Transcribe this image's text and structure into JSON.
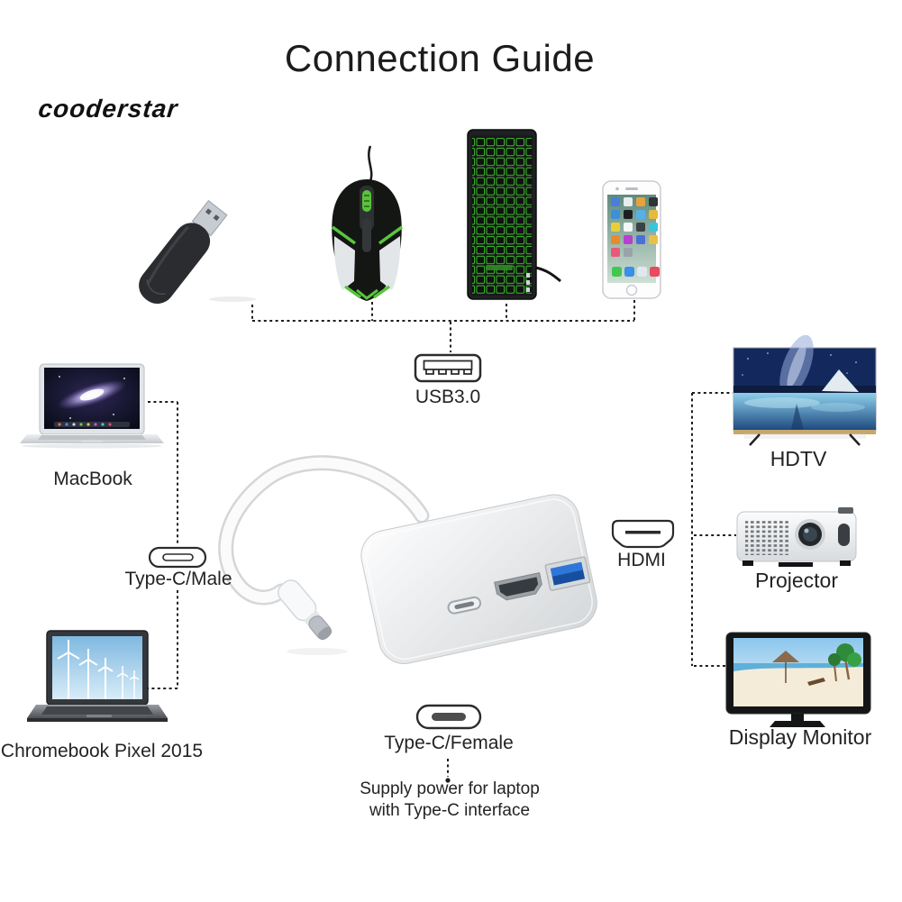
{
  "title": "Connection Guide",
  "brand": "cooderstar",
  "connector_ports": {
    "usb3": {
      "label": "USB3.0"
    },
    "type_c_male": {
      "label": "Type-C/Male"
    },
    "hdmi": {
      "label": "HDMI"
    },
    "type_c_female": {
      "label": "Type-C/Female",
      "note": {
        "line1": "Supply power for laptop",
        "line2": "with Type-C interface"
      }
    }
  },
  "devices": {
    "top": [
      {
        "id": "usb-flash-drive"
      },
      {
        "id": "gaming-mouse"
      },
      {
        "id": "backlit-keyboard"
      },
      {
        "id": "iphone"
      }
    ],
    "left": [
      {
        "id": "macbook",
        "label": "MacBook"
      },
      {
        "id": "chromebook-pixel",
        "label": "Chromebook Pixel 2015"
      }
    ],
    "right": [
      {
        "id": "hdtv",
        "label": "HDTV"
      },
      {
        "id": "projector",
        "label": "Projector"
      },
      {
        "id": "display-monitor",
        "label": "Display Monitor"
      }
    ]
  },
  "product": {
    "id": "usb-c-multiport-adapter"
  },
  "colors": {
    "line": "#1c1c1c",
    "text": "#232323",
    "accent_green": "#50c236",
    "usb_blue": "#2e77d8",
    "tv_gold": "#c6a76b"
  }
}
